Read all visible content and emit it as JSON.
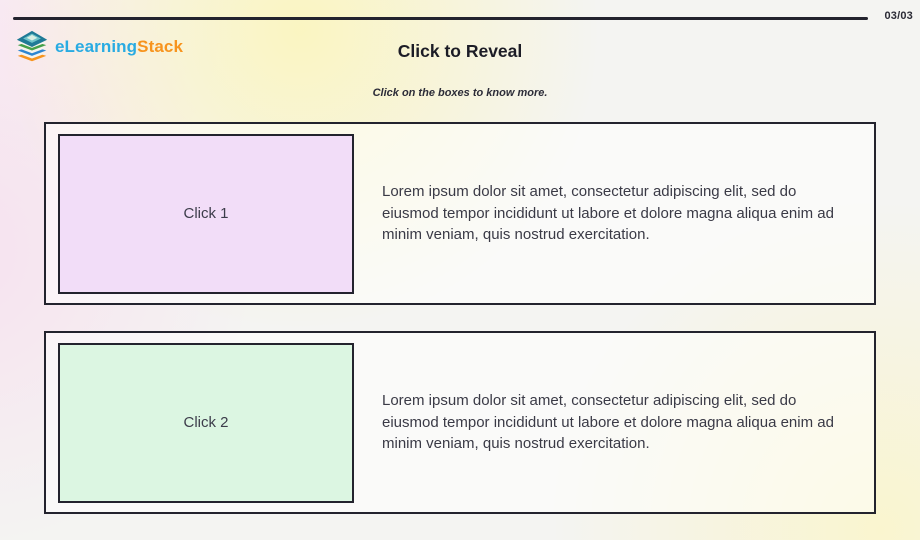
{
  "page": {
    "progress": "03/03",
    "title": "Click to Reveal",
    "subtitle": "Click on the boxes to know more."
  },
  "brand": {
    "icon": "layers-stack-icon",
    "name_primary": "eLearning",
    "name_secondary": "Stack",
    "color_primary": "#29abe2",
    "color_secondary": "#f7941e"
  },
  "colors": {
    "border_dark": "#23232e",
    "box1_fill": "#f2ddf8",
    "box2_fill": "#dcf6e2",
    "background_yellow": "#fbf5bf",
    "background_pink": "#f7e0ef"
  },
  "cards": [
    {
      "button_label": "Click 1",
      "body": "Lorem ipsum dolor sit amet, consectetur adipiscing elit, sed do eiusmod tempor incididunt ut labore et dolore magna aliqua enim ad minim veniam, quis nostrud exercitation."
    },
    {
      "button_label": "Click 2",
      "body": "Lorem ipsum dolor sit amet, consectetur adipiscing elit, sed do eiusmod tempor incididunt ut labore et dolore magna aliqua enim ad minim veniam, quis nostrud exercitation."
    }
  ]
}
